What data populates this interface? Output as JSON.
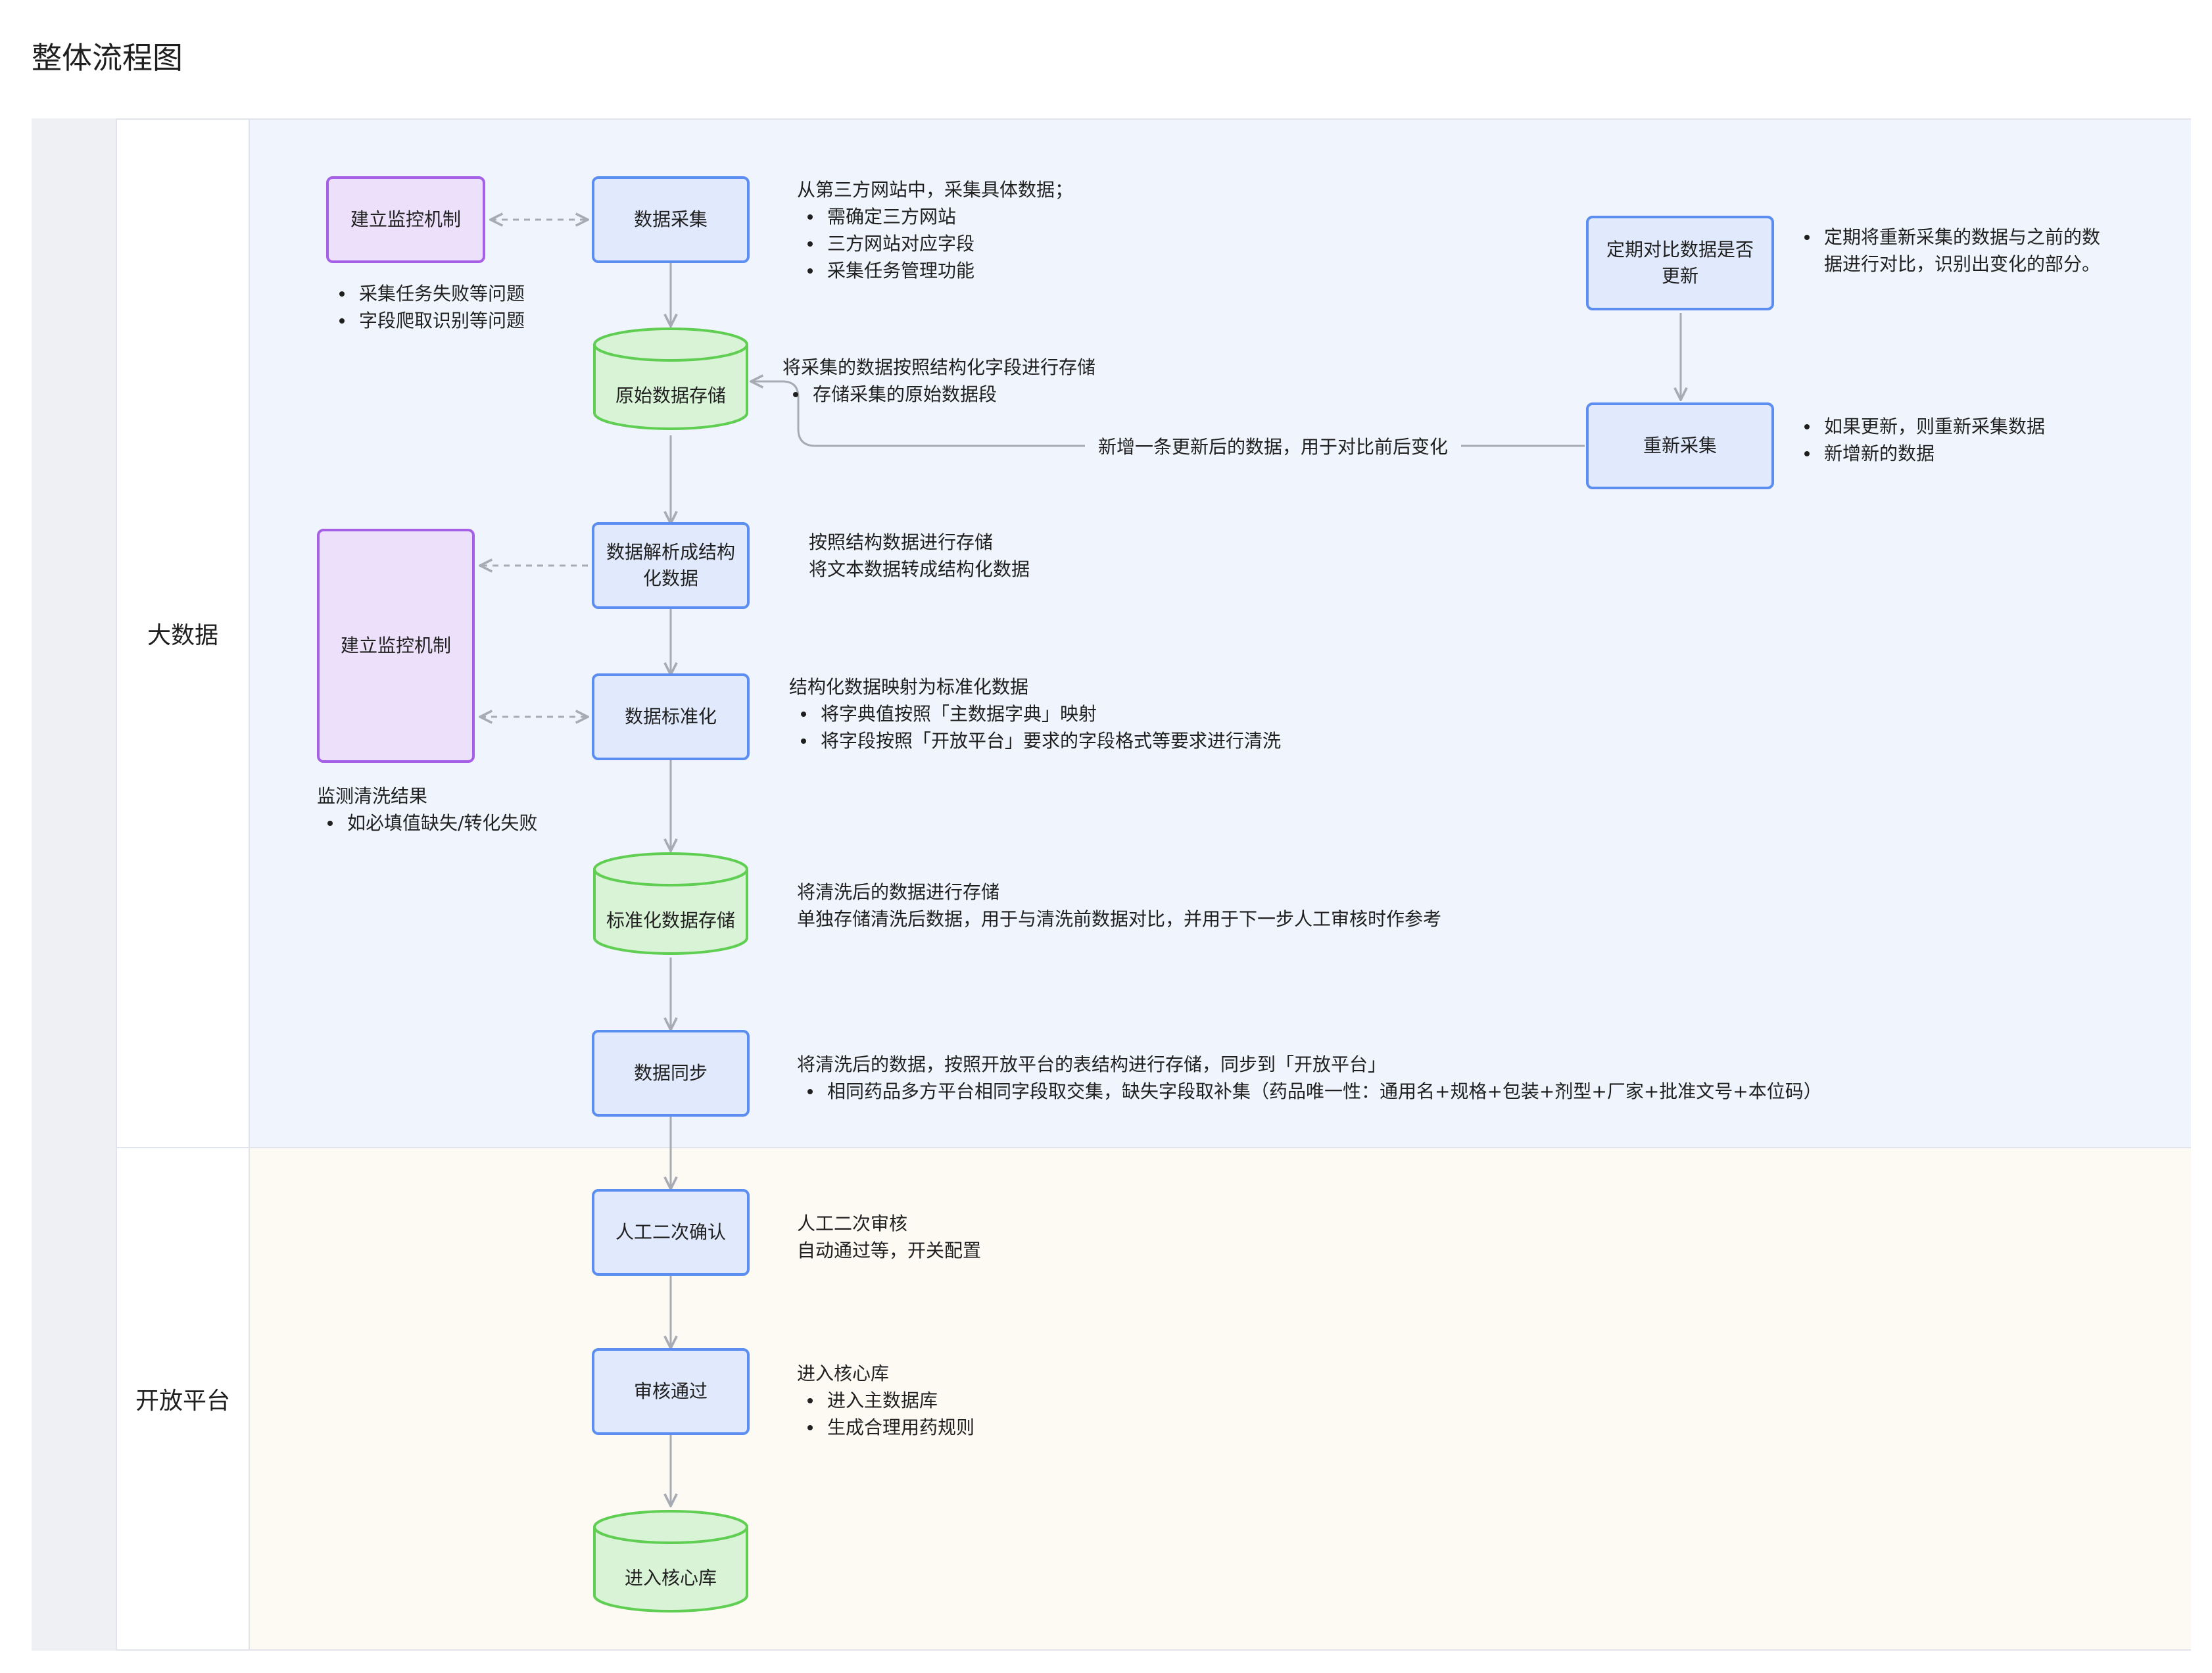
{
  "title": "整体流程图",
  "colors": {
    "process_fill": "#e1eafc",
    "process_border": "#5b8ef0",
    "storage_fill": "#d9f3d6",
    "storage_border": "#5fce52",
    "monitor_fill": "#ede0fb",
    "monitor_border": "#a660e6",
    "bigdata_lane_bg": "#f0f5fd",
    "openplatform_lane_bg": "#fdfaf4",
    "arrow": "#a7abb3"
  },
  "lanes": [
    {
      "label": "大数据"
    },
    {
      "label": "开放平台"
    }
  ],
  "nodes": {
    "monitor_top": "建立监控机制",
    "collect": "数据采集",
    "raw_storage": "原始数据存储",
    "parse": "数据解析成结构化数据",
    "monitor_mid": "建立监控机制",
    "standardize": "数据标准化",
    "std_storage": "标准化数据存储",
    "sync": "数据同步",
    "manual_confirm": "人工二次确认",
    "approved": "审核通过",
    "core_db": "进入核心库",
    "compare": "定期对比数据是否更新",
    "recollect": "重新采集"
  },
  "edge_labels": {
    "recollect_to_raw": "新增一条更新后的数据，用于对比前后变化"
  },
  "notes": {
    "monitor_top": {
      "items": [
        "采集任务失败等问题",
        "字段爬取识别等问题"
      ]
    },
    "collect": {
      "title": "从第三方网站中，采集具体数据；",
      "items": [
        "需确定三方网站",
        "三方网站对应字段",
        "采集任务管理功能"
      ]
    },
    "raw_storage": {
      "title": "将采集的数据按照结构化字段进行存储",
      "items": [
        "存储采集的原始数据段"
      ]
    },
    "parse": {
      "lines": [
        "按照结构数据进行存储",
        "将文本数据转成结构化数据"
      ]
    },
    "standardize": {
      "title": "结构化数据映射为标准化数据",
      "items": [
        "将字典值按照「主数据字典」映射",
        "将字段按照「开放平台」要求的字段格式等要求进行清洗"
      ]
    },
    "monitor_mid": {
      "title": "监测清洗结果",
      "items": [
        "如必填值缺失/转化失败"
      ]
    },
    "std_storage": {
      "lines": [
        "将清洗后的数据进行存储",
        "单独存储清洗后数据，用于与清洗前数据对比，并用于下一步人工审核时作参考"
      ]
    },
    "sync": {
      "title": "将清洗后的数据，按照开放平台的表结构进行存储，同步到「开放平台」",
      "items": [
        "相同药品多方平台相同字段取交集，缺失字段取补集（药品唯一性：通用名+规格+包装+剂型+厂家+批准文号+本位码）"
      ]
    },
    "manual_confirm": {
      "lines": [
        "人工二次审核",
        "自动通过等，开关配置"
      ]
    },
    "approved": {
      "title": "进入核心库",
      "items": [
        "进入主数据库",
        "生成合理用药规则"
      ]
    },
    "compare": {
      "items": [
        "定期将重新采集的数据与之前的数据进行对比，识别出变化的部分。"
      ]
    },
    "recollect": {
      "items": [
        "如果更新，则重新采集数据",
        "新增新的数据"
      ]
    }
  }
}
